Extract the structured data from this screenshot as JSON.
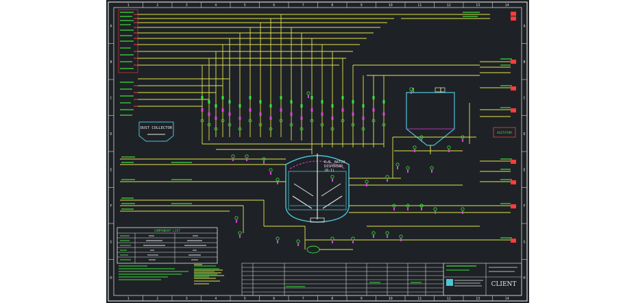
{
  "sheet": {
    "columns": [
      "1",
      "2",
      "3",
      "4",
      "5",
      "6",
      "7",
      "8",
      "9",
      "10",
      "11",
      "12",
      "13",
      "14"
    ],
    "rows": [
      "A",
      "B",
      "C",
      "D",
      "E",
      "F",
      "G",
      "H"
    ]
  },
  "equipment": {
    "dust_collector_label": "DUST COLLECTOR",
    "reactor_tag_line1": "R.B. BATCH",
    "reactor_tag_line2": "DISPERSER",
    "reactor_tag_line3": "(R-1)",
    "side_box_label": "AGITATOR"
  },
  "component_list": {
    "title": "COMPONENT LIST"
  },
  "title_block": {
    "client_label": "CLIENT"
  },
  "colors": {
    "background": "#1e2226",
    "border": "#d8d8d8",
    "process_line": "#e6e64a",
    "vessel": "#4fc3d9",
    "instrument": "#e040e0",
    "text_green": "#3ee03e",
    "text_red": "#ff3b3b",
    "white": "#e8e8e8"
  }
}
